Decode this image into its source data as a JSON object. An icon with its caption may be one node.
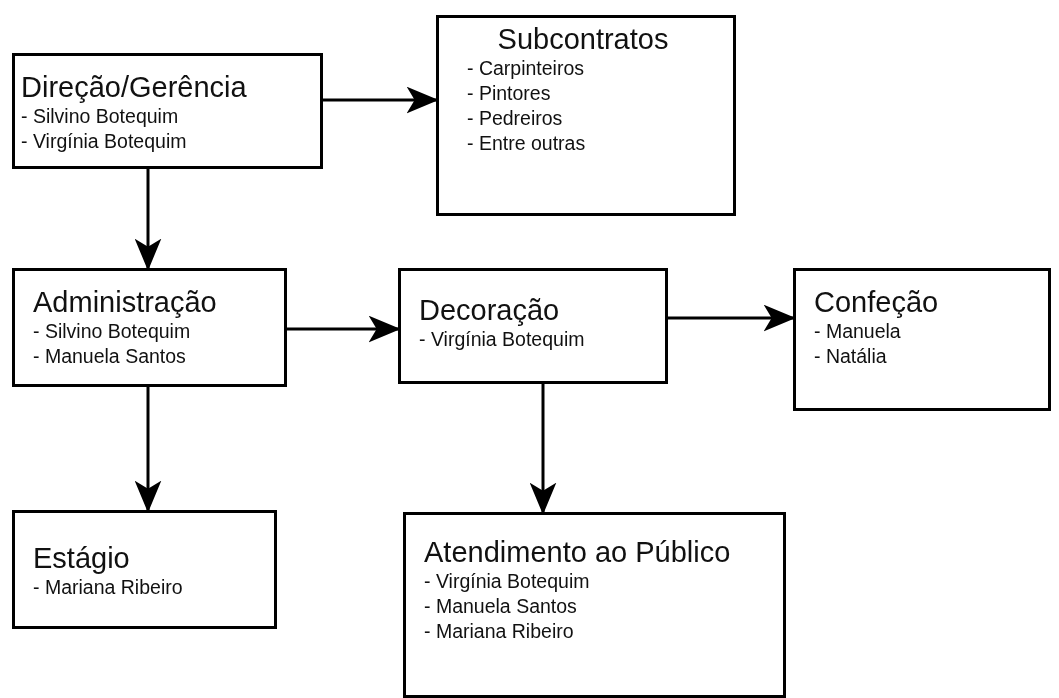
{
  "diagram": {
    "nodes": [
      {
        "text": [
          "Direção/Gerência",
          "- Silvino Botequim",
          "- Virgínia Botequim"
        ]
      },
      {
        "text": [
          "Subcontratos",
          "- Carpinteiros",
          "- Pintores",
          "- Pedreiros",
          "- Entre outras"
        ]
      },
      {
        "text": [
          "Administração",
          "- Silvino Botequim",
          "- Manuela Santos"
        ]
      },
      {
        "text": [
          "Decoração",
          "- Virgínia Botequim"
        ]
      },
      {
        "text": [
          "Confeção",
          "- Manuela",
          "- Natália"
        ]
      },
      {
        "text": [
          "Estágio",
          "- Mariana Ribeiro"
        ]
      },
      {
        "text": [
          "Atendimento ao Público",
          "- Virgínia Botequim",
          "- Manuela Santos",
          "- Mariana Ribeiro"
        ]
      }
    ],
    "edges": [
      {
        "from": 0,
        "to": 1,
        "arrow": "to"
      },
      {
        "from": 0,
        "to": 2,
        "arrow": "to"
      },
      {
        "from": 2,
        "to": 3,
        "arrow": "to"
      },
      {
        "from": 3,
        "to": 4,
        "arrow": "to"
      },
      {
        "from": 2,
        "to": 5,
        "arrow": "to"
      },
      {
        "from": 3,
        "to": 6,
        "arrow": "to"
      }
    ]
  }
}
